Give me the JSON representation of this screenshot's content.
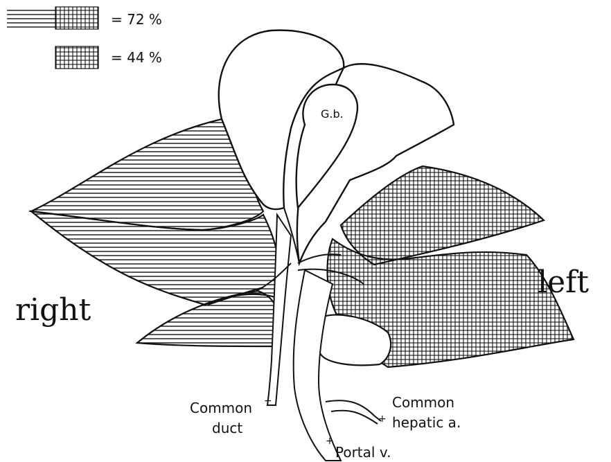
{
  "legend": [
    {
      "pattern": "horizontal-lines-plus-crosshatch",
      "text": "= 72 %"
    },
    {
      "pattern": "crosshatch",
      "text": "= 44 %"
    }
  ],
  "labels": {
    "gallbladder": "G.b.",
    "right": "right",
    "left": "left",
    "common_duct_1": "Common",
    "common_duct_2": "duct",
    "common_hepatic_1": "Common",
    "common_hepatic_2": "hepatic a.",
    "portal_vein": "Portal v."
  },
  "colors": {
    "ink": "#111111",
    "paper": "#ffffff"
  }
}
